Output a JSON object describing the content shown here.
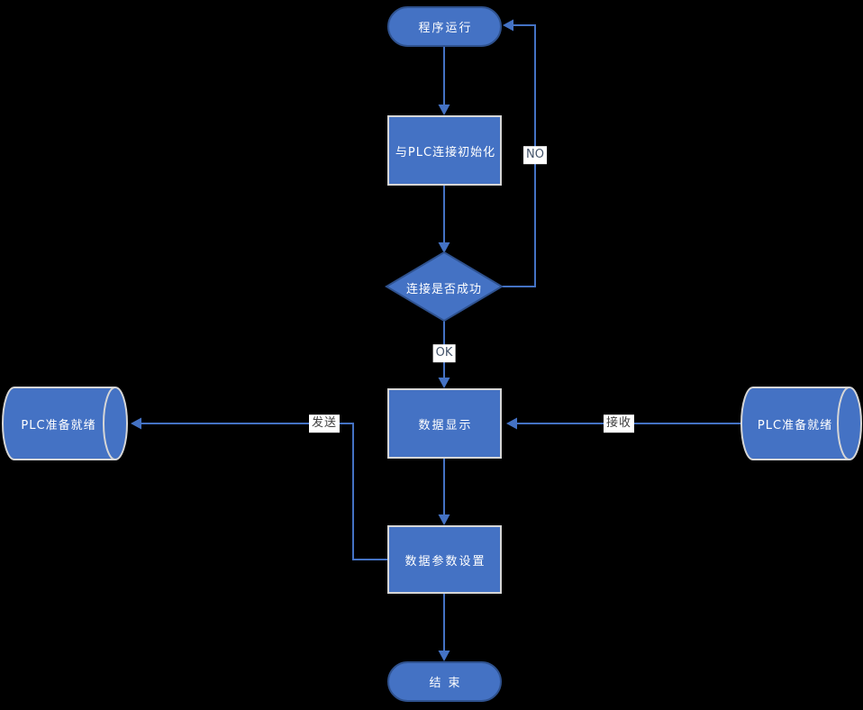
{
  "colors": {
    "background": "#000000",
    "shape-fill": "#4472C4",
    "shape-border-dark": "#2F528F",
    "shape-border-light": "#D6D6D6",
    "line": "#4472C4",
    "shape-text": "#FFFFFF",
    "edge-label-text": "#44546A",
    "edge-label-bg": "#FFFFFF"
  },
  "nodes": {
    "start": {
      "label": "程序运行",
      "shape": "terminator"
    },
    "init": {
      "label": "与PLC连接初始化",
      "shape": "process"
    },
    "decision": {
      "label": "连接是否成功",
      "shape": "decision"
    },
    "display": {
      "label": "数据显示",
      "shape": "process"
    },
    "params": {
      "label": "数据参数设置",
      "shape": "process"
    },
    "end": {
      "label": "结束",
      "shape": "terminator"
    },
    "plcleft": {
      "label": "PLC准备就绪",
      "shape": "direct-storage"
    },
    "plcright": {
      "label": "PLC准备就绪",
      "shape": "direct-storage"
    }
  },
  "edge_labels": {
    "no": "NO",
    "ok": "OK",
    "send": "发送",
    "receive": "接收"
  }
}
